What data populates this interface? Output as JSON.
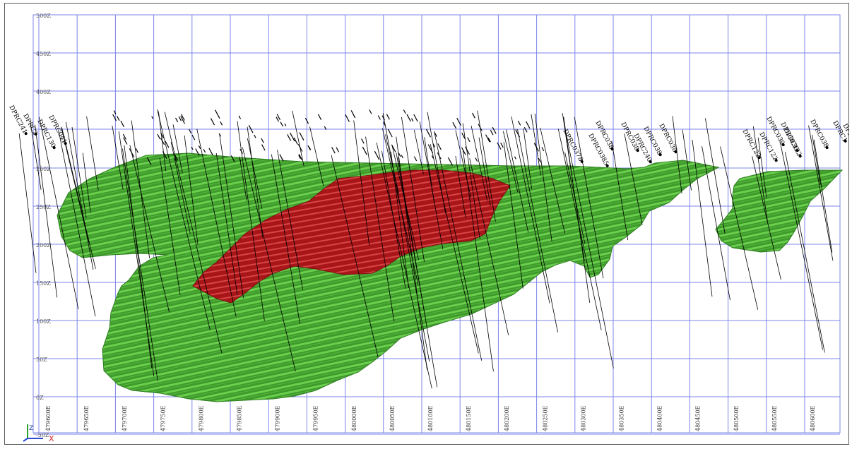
{
  "section_view": {
    "z_labels": [
      "500Z",
      "450Z",
      "400Z",
      "350Z",
      "250Z",
      "200Z",
      "150Z",
      "100Z",
      "50Z",
      "0Z",
      "-50Z"
    ],
    "e_labels": [
      "479600E",
      "479650E",
      "479700E",
      "479750E",
      "479800E",
      "479850E",
      "479900E",
      "479950E",
      "480000E",
      "480050E",
      "480100E",
      "480150E",
      "480200E",
      "480250E",
      "480300E",
      "480350E",
      "480400E",
      "480450E",
      "480500E",
      "480550E",
      "480600E"
    ],
    "drillhole_labels": [
      "DPRC0378",
      "DPRC038",
      "DPRC0385",
      "DPRC038",
      "DPRC240",
      "DPRC038",
      "DPRC038",
      "DPRC122",
      "DPRC122",
      "DPRC039",
      "DPRC036",
      "DPRC122",
      "DPRC038",
      "DPRC1",
      "DPRC041",
      "DPRC241",
      "DPRC2",
      "DPRC130",
      "DPRC041"
    ],
    "axis_triad": {
      "up_label": "Z",
      "right_label": "X"
    },
    "colors": {
      "grid": "#7d84e8",
      "waste_body": "#3f9a2c",
      "waste_light": "#6bcf4e",
      "ore_body": "#a8161a",
      "ore_light": "#d84545",
      "drillhole": "#000000"
    }
  }
}
